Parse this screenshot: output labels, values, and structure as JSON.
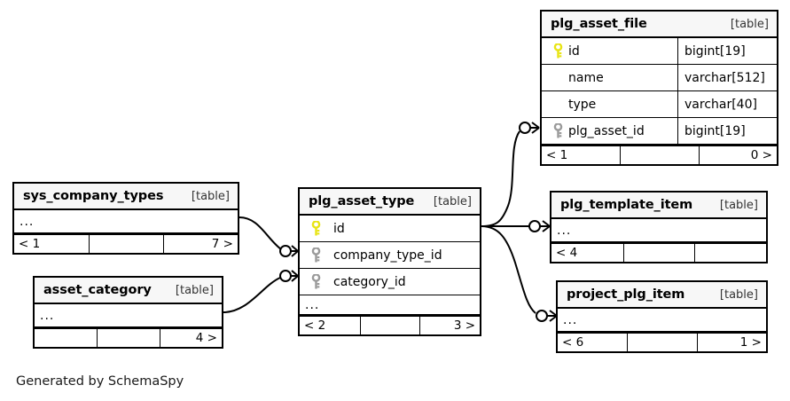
{
  "diagram": {
    "type": "entity-relationship-diagram",
    "generator_credit": "Generated by SchemaSpy",
    "table_tag": "[table]",
    "ellipsis": "...",
    "colors": {
      "primary_key": "#e8e413",
      "foreign_key": "#9a9a9a",
      "header_background": "#f7f7f7",
      "border": "#000000",
      "background": "#ffffff"
    }
  },
  "tables": {
    "plg_asset_file": {
      "name": "plg_asset_file",
      "tag": "[table]",
      "columns": [
        {
          "key": "primary-key",
          "name": "id",
          "type": "bigint[19]"
        },
        {
          "key": "none",
          "name": "name",
          "type": "varchar[512]"
        },
        {
          "key": "none",
          "name": "type",
          "type": "varchar[40]"
        },
        {
          "key": "foreign-key",
          "name": "plg_asset_id",
          "type": "bigint[19]"
        }
      ],
      "footer": {
        "left": "< 1",
        "middle": "",
        "right": "0 >"
      }
    },
    "plg_asset_type": {
      "name": "plg_asset_type",
      "tag": "[table]",
      "columns": [
        {
          "key": "primary-key",
          "name": "id",
          "type": ""
        },
        {
          "key": "foreign-key",
          "name": "company_type_id",
          "type": ""
        },
        {
          "key": "foreign-key",
          "name": "category_id",
          "type": ""
        },
        {
          "key": "none",
          "name": "...",
          "type": ""
        }
      ],
      "footer": {
        "left": "< 2",
        "middle": "",
        "right": "3 >"
      }
    },
    "sys_company_types": {
      "name": "sys_company_types",
      "tag": "[table]",
      "columns": [
        {
          "key": "none",
          "name": "...",
          "type": ""
        }
      ],
      "footer": {
        "left": "< 1",
        "middle": "",
        "right": "7 >"
      }
    },
    "asset_category": {
      "name": "asset_category",
      "tag": "[table]",
      "columns": [
        {
          "key": "none",
          "name": "...",
          "type": ""
        }
      ],
      "footer": {
        "left": "",
        "middle": "",
        "right": "4 >"
      }
    },
    "plg_template_item": {
      "name": "plg_template_item",
      "tag": "[table]",
      "columns": [
        {
          "key": "none",
          "name": "...",
          "type": ""
        }
      ],
      "footer": {
        "left": "< 4",
        "middle": "",
        "right": ""
      }
    },
    "project_plg_item": {
      "name": "project_plg_item",
      "tag": "[table]",
      "columns": [
        {
          "key": "none",
          "name": "...",
          "type": ""
        }
      ],
      "footer": {
        "left": "< 6",
        "middle": "",
        "right": "1 >"
      }
    }
  },
  "relationships": [
    {
      "from": "sys_company_types",
      "to": "plg_asset_type.company_type_id",
      "cardinality": "zero-or-many"
    },
    {
      "from": "asset_category",
      "to": "plg_asset_type.category_id",
      "cardinality": "zero-or-many"
    },
    {
      "from": "plg_asset_type.id",
      "to": "plg_asset_file.plg_asset_id",
      "cardinality": "zero-or-many"
    },
    {
      "from": "plg_asset_type.id",
      "to": "plg_template_item",
      "cardinality": "zero-or-many"
    },
    {
      "from": "plg_asset_type.id",
      "to": "project_plg_item",
      "cardinality": "zero-or-many"
    }
  ]
}
